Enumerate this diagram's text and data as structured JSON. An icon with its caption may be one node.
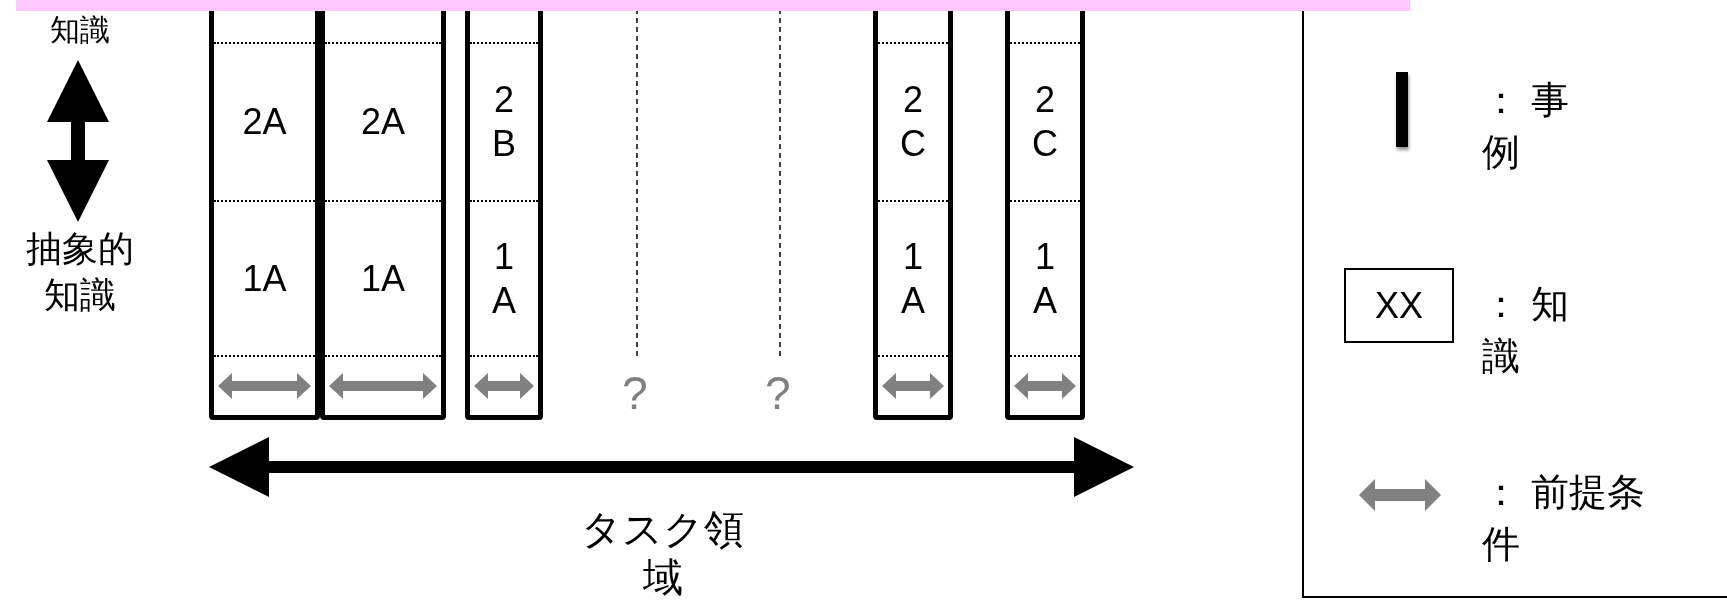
{
  "diagram": {
    "nodes": [
      {
        "text": [],
        "shape": "box"
      },
      {
        "text": [
          "2A"
        ],
        "in": 0
      },
      {
        "text": [
          "1A"
        ],
        "in": 0
      },
      {
        "text": [],
        "shape": "box"
      },
      {
        "text": [
          "2A"
        ],
        "in": 3
      },
      {
        "text": [
          "1A"
        ],
        "in": 3
      },
      {
        "text": [],
        "shape": "box"
      },
      {
        "text": [
          "2B"
        ],
        "in": 6
      },
      {
        "text": [
          "1A"
        ],
        "in": 6
      },
      {
        "text": [],
        "shape": "box"
      },
      {
        "text": [
          "2C"
        ],
        "in": 9
      },
      {
        "text": [
          "1A"
        ],
        "in": 9
      },
      {
        "text": [],
        "shape": "box"
      },
      {
        "text": [
          "2C"
        ],
        "in": 12
      },
      {
        "text": [
          "1A"
        ],
        "in": 12
      }
    ],
    "edges": [],
    "labels": [
      "知識",
      "抽象的知識",
      "?",
      "?",
      "タスク領域",
      "XX"
    ],
    "legend": [
      {
        "text": "： 事例"
      },
      {
        "text": "： 知識"
      },
      {
        "text": "： 前提条件"
      }
    ]
  }
}
